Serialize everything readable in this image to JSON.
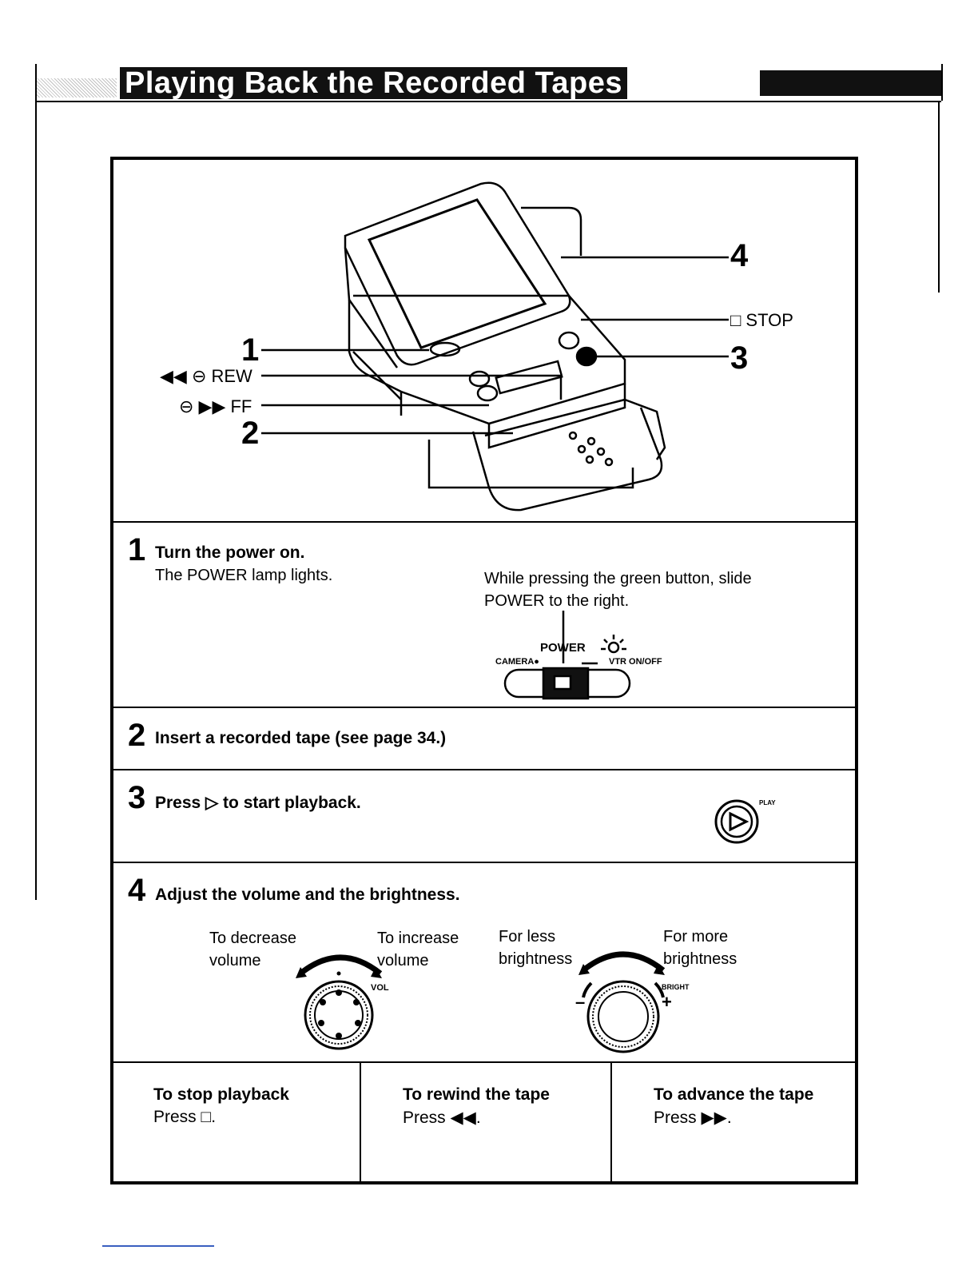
{
  "header": {
    "title": "Playing Back the Recorded Tapes"
  },
  "figure": {
    "callouts": {
      "c1": "1",
      "c2": "2",
      "c3": "3",
      "c4": "4"
    },
    "labels": {
      "rew": "◀◀ ⊖ REW",
      "ff": "⊖ ▶▶ FF",
      "stop": "□ STOP"
    }
  },
  "step1": {
    "number": "1",
    "title": "Turn the power on.",
    "text": "The POWER lamp lights.",
    "instruction_line1": "While pressing the green button, slide",
    "instruction_line2": "POWER to the right.",
    "switch_labels": {
      "power": "POWER",
      "camera": "CAMERA●",
      "vtr": "VTR ON/OFF"
    }
  },
  "step2": {
    "number": "2",
    "title": "Insert a recorded tape (see page 34.)"
  },
  "step3": {
    "number": "3",
    "title": "Press ▷ to start playback.",
    "play_label": "PLAY"
  },
  "step4": {
    "number": "4",
    "title": "Adjust the volume and the brightness.",
    "vol": {
      "decrease_line1": "To decrease",
      "decrease_line2": "volume",
      "increase_line1": "To increase",
      "increase_line2": "volume",
      "knob_label": "VOL"
    },
    "bright": {
      "less_line1": "For less",
      "less_line2": "brightness",
      "more_line1": "For more",
      "more_line2": "brightness",
      "knob_label": "BRIGHT",
      "minus": "–",
      "plus": "+"
    }
  },
  "bottom": [
    {
      "title": "To stop playback",
      "press": "Press □."
    },
    {
      "title": "To rewind the tape",
      "press": "Press ◀◀."
    },
    {
      "title": "To advance the tape",
      "press": "Press ▶▶."
    }
  ]
}
